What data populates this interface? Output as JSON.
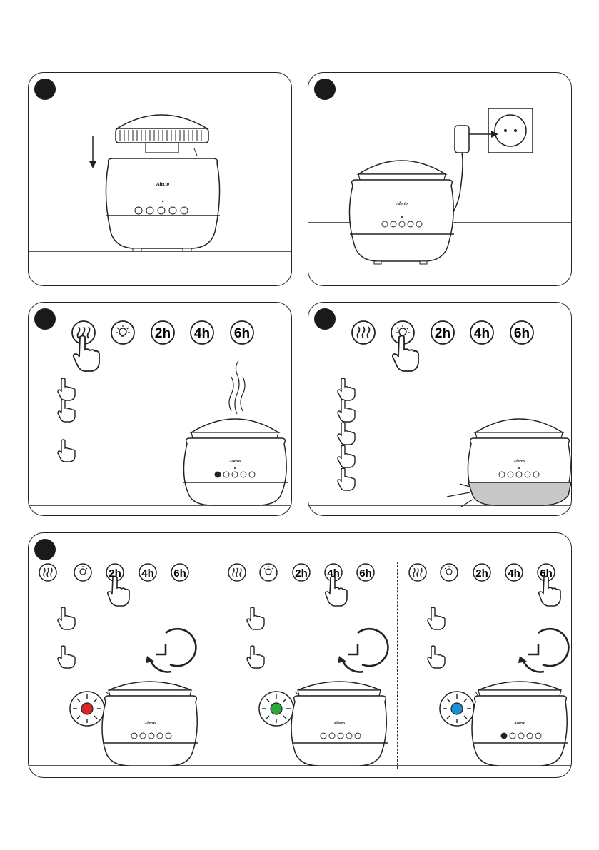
{
  "buttons": {
    "timer_2h": "2h",
    "timer_4h": "4h",
    "timer_6h": "6h"
  },
  "brand": "Alecto",
  "colors": {
    "outline": "#1a1a1a",
    "step_dot": "#1a1a1a",
    "led_red": "#d62828",
    "led_green": "#2ca83a",
    "led_blue": "#1e90d8",
    "light_base": "#c8c8c8"
  },
  "icons": {
    "mist": "mist-icon",
    "light": "light-bulb-icon",
    "hand": "pointing-hand-icon",
    "timer": "timer-clock-icon",
    "arrow": "arrow-down-icon",
    "plug": "power-plug-icon",
    "socket": "wall-socket-icon"
  }
}
